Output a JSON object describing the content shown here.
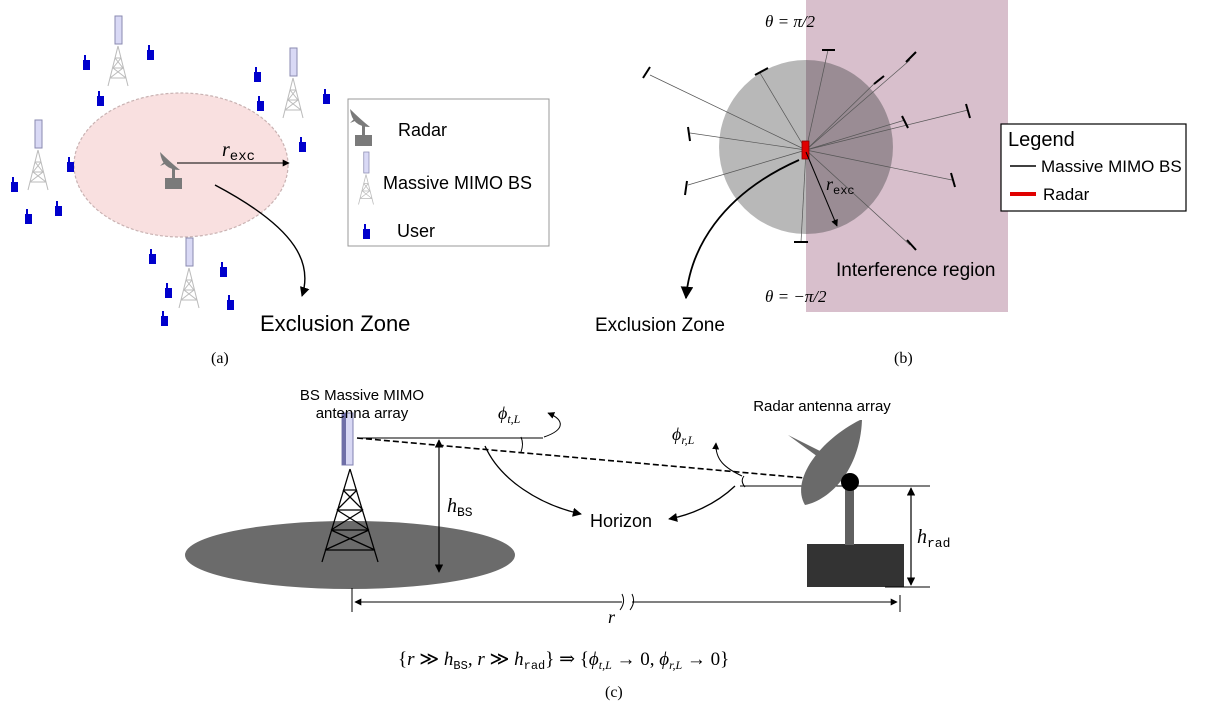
{
  "panel_a": {
    "label": "(a)",
    "exclusion_zone": "Exclusion Zone",
    "radius_symbol": "r",
    "radius_subscript": "exc",
    "legend": {
      "radar": "Radar",
      "bs": "Massive MIMO BS",
      "user": "User"
    }
  },
  "panel_b": {
    "label": "(b)",
    "theta_top": "θ = π/2",
    "theta_bottom": "θ = −π/2",
    "radius_symbol": "r",
    "radius_subscript": "exc",
    "interference_region": "Interference region",
    "exclusion_zone": "Exclusion Zone",
    "legend": {
      "title": "Legend",
      "bs": "Massive MIMO BS",
      "radar": "Radar"
    }
  },
  "panel_c": {
    "label": "(c)",
    "bs_title_line1": "BS Massive MIMO",
    "bs_title_line2": "antenna array",
    "radar_title": "Radar antenna array",
    "horizon": "Horizon",
    "phi_t": "ϕ",
    "phi_t_sub": "t,L",
    "phi_r": "ϕ",
    "phi_r_sub": "r,L",
    "h_bs": "h",
    "h_bs_sub": "BS",
    "h_rad": "h",
    "h_rad_sub": "rad",
    "distance": "r",
    "formula": "{r ≫ h_BS, r ≫ h_rad} ⇒ {ϕ_t,L → 0, ϕ_r,L → 0}"
  },
  "colors": {
    "exclusion_fill": "#f9e0e0",
    "interference_fill": "#d8bfcc",
    "disk_fill": "#9e9e9e",
    "radar_red": "#e00000",
    "user_blue": "#0000cc",
    "panel_fill": "#e4e4f6",
    "ground": "#666666",
    "radar_base": "#333333"
  }
}
